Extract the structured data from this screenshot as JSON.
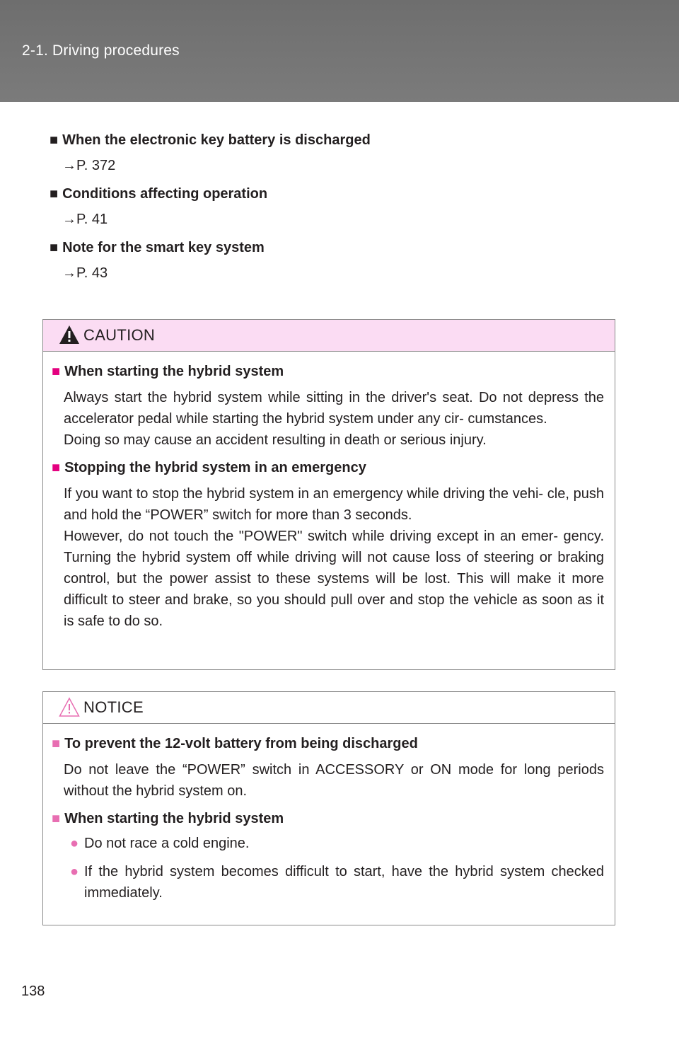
{
  "header": {
    "section": "2-1. Driving procedures"
  },
  "intro": [
    {
      "heading": "When the electronic key battery is discharged",
      "ref": "→P. 372"
    },
    {
      "heading": "Conditions affecting operation",
      "ref": "→P. 41"
    },
    {
      "heading": "Note for the smart key system",
      "ref": "→P. 43"
    }
  ],
  "caution": {
    "label": "CAUTION",
    "items": [
      {
        "heading": "When starting the hybrid system",
        "paragraphs": [
          "Always start the hybrid system while sitting in the driver's seat. Do not depress the accelerator pedal while starting the hybrid system under any cir- cumstances.",
          "Doing so may cause an accident resulting in death or serious injury."
        ]
      },
      {
        "heading": "Stopping the hybrid system in an emergency",
        "paragraphs": [
          "If you want to stop the hybrid system in an emergency while driving the vehi- cle, push and hold the “POWER” switch for more than 3 seconds.",
          "However, do not touch the \"POWER\" switch while driving except in an emer- gency. Turning the hybrid system off while driving will not cause loss of steering or braking control, but the power assist to these systems will be lost. This will make it more difficult to steer and brake, so you should pull over and stop the vehicle as soon as it is safe to do so."
        ]
      }
    ]
  },
  "notice": {
    "label": "NOTICE",
    "items": [
      {
        "heading": "To prevent the 12-volt battery from being discharged",
        "paragraph": "Do not leave the “POWER” switch in ACCESSORY or ON mode for long periods without the hybrid system on."
      },
      {
        "heading": "When starting the hybrid system",
        "bullets": [
          "Do not race a cold engine.",
          "If the hybrid system becomes difficult to start, have the hybrid system checked immediately."
        ]
      }
    ]
  },
  "page_number": "138",
  "colors": {
    "header_bg": "#777777",
    "caution_title_bg": "#fbdcf3",
    "accent": "#e4007f"
  }
}
